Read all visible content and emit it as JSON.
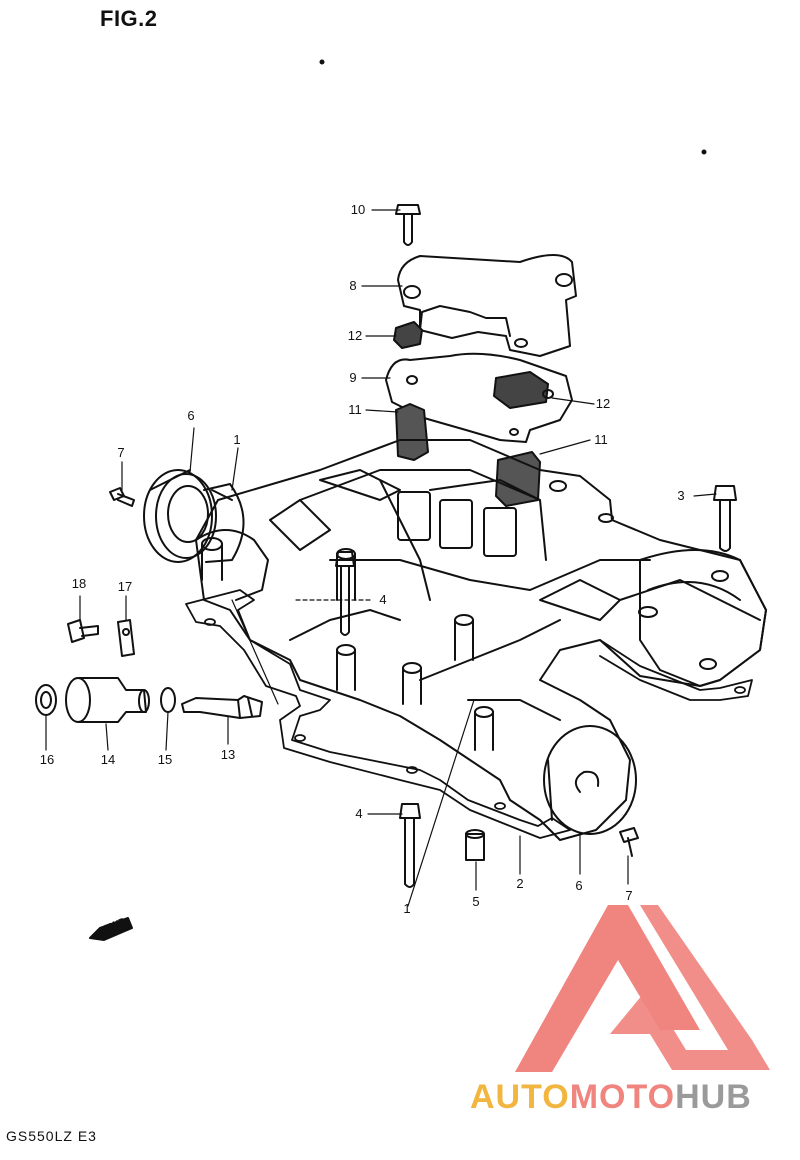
{
  "figure": {
    "title": "FIG.2",
    "model_code": "GS550LZ E3",
    "fwd_mark": "FWD"
  },
  "callouts": [
    "10",
    "8",
    "12",
    "9",
    "12",
    "11",
    "11",
    "6",
    "1",
    "7",
    "3",
    "18",
    "17",
    "4",
    "16",
    "14",
    "15",
    "13",
    "4",
    "2",
    "6",
    "7",
    "5",
    "1"
  ],
  "watermark": {
    "part_a": "AUTO",
    "part_b": "MOTO",
    "part_c": "HUB",
    "logo": "triangle-logo",
    "colors": {
      "auto": "#f2b640",
      "moto": "#f0847f",
      "hub": "#9a9a9a",
      "logo": "#f0847f"
    }
  },
  "colors": {
    "ink": "#111111",
    "background": "#ffffff"
  }
}
